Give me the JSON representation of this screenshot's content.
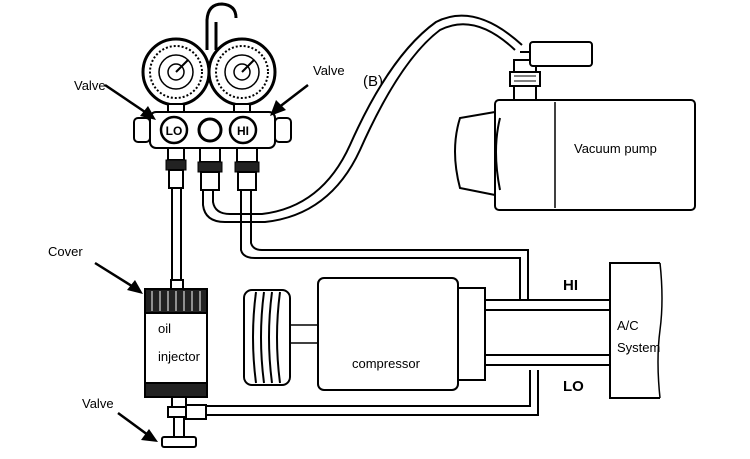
{
  "labels": {
    "valve_left": "Valve",
    "valve_right": "Valve",
    "valve_bottom": "Valve",
    "cover": "Cover",
    "oil": "oil",
    "injector": "injector",
    "b_marker": "(B)",
    "vacuum_pump": "Vacuum pump",
    "compressor": "compressor",
    "hi_line": "HI",
    "lo_line": "LO",
    "ac": "A/C",
    "system": "System",
    "lo_knob": "LO",
    "hi_knob": "HI"
  }
}
